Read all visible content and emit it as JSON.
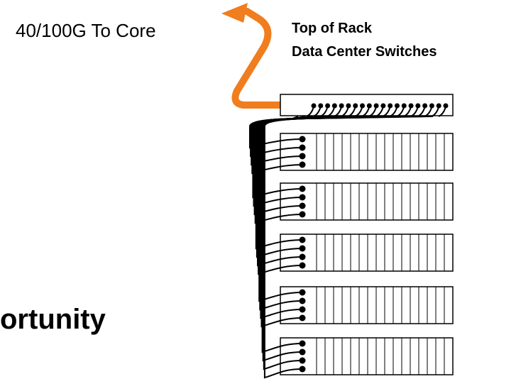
{
  "labels": {
    "uplink": "40/100G To Core",
    "switch_line1": "Top of Rack",
    "switch_line2": "Data Center Switches",
    "cropped_title": "ortunity"
  },
  "colors": {
    "uplink_cable": "#F07D1E",
    "outline": "#000000",
    "background": "#FFFFFF"
  },
  "diagram": {
    "server_count": 5,
    "ports_per_server": 4,
    "switch_ports": 20
  }
}
